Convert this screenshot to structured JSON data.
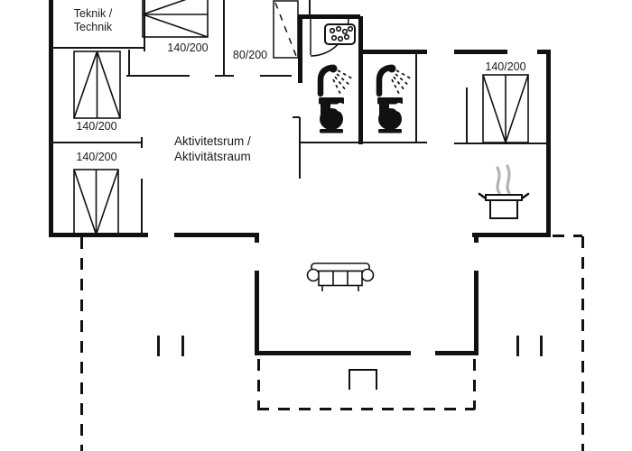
{
  "plan": {
    "type": "floor-plan",
    "colors": {
      "walls": "#111111",
      "steam": "#b3b3b3",
      "background": "#ffffff",
      "text": "#1a1a1a"
    },
    "symbols": [
      "double-bed",
      "single-bed",
      "shower",
      "toilet",
      "sauna-stones",
      "door-arc",
      "cooking-pot",
      "steam",
      "sofa",
      "terrace-dashed-outline",
      "grill-step",
      "entrance-steps"
    ]
  },
  "labels": {
    "teknik_line1": "Teknik /",
    "teknik_line2": "Technik",
    "activity_line1": "Aktivitetsrum /",
    "activity_line2": "Aktivitätsraum",
    "bed_top_middle": "140/200",
    "bed_left_upper": "140/200",
    "bed_left_lower": "140/200",
    "bed_right": "140/200",
    "bed_single": "80/200"
  }
}
